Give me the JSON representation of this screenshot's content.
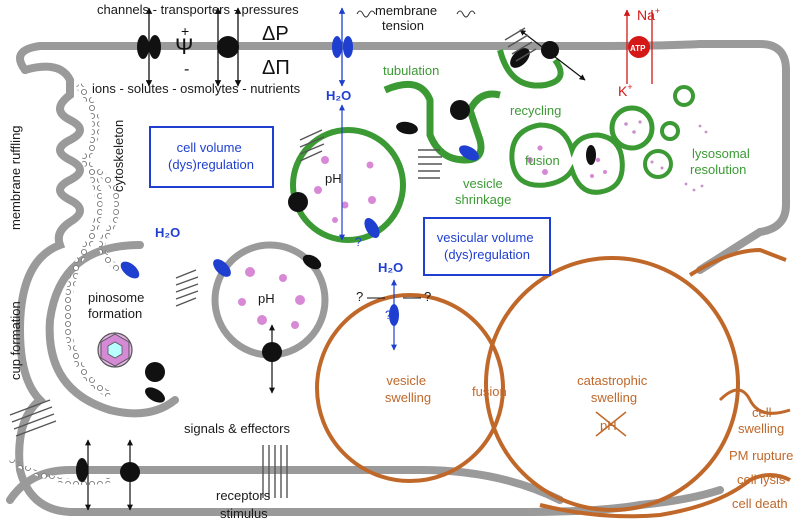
{
  "colors": {
    "membrane_gray": "#9a9a9a",
    "vesicle_green": "#3c9a35",
    "swelling_orange": "#c0682a",
    "water_blue": "#1f3fd0",
    "atp_red": "#d41818",
    "solute_pink": "#d889d6"
  },
  "top": {
    "title_line": "channels - transporters - pressures",
    "ions_line": "ions - solutes - osmolytes - nutrients",
    "psi": "Ψ",
    "plus": "+",
    "minus": "-",
    "delta_p": "ΔP",
    "delta_pi": "ΔΠ",
    "membrane_tension": "membrane\ntension",
    "atp": "ATP",
    "na": "Na",
    "k": "K",
    "ion_charge": "+"
  },
  "labels": {
    "cytoskeleton": "cytoskeleton",
    "membrane_ruffling": "membrane ruffling",
    "cup_formation": "cup formation",
    "pinosome": [
      "pinosome",
      "formation"
    ],
    "h2o": "H₂O",
    "ph": "pH",
    "question": "?",
    "signals": "signals & effectors",
    "receptors": "receptors",
    "stimulus": "stimulus"
  },
  "green_labels": {
    "tubulation": "tubulation",
    "recycling": "recycling",
    "fusion": "fusion",
    "vesicle_shrinkage": [
      "vesicle",
      "shrinkage"
    ],
    "lysosomal": [
      "lysosomal",
      "resolution"
    ]
  },
  "boxes": {
    "cell_volume": [
      "cell volume",
      "(dys)regulation"
    ],
    "vesicular_volume": [
      "vesicular volume",
      "(dys)regulation"
    ]
  },
  "orange_labels": {
    "vesicle_swelling": [
      "vesicle",
      "swelling"
    ],
    "fusion": "fusion",
    "catastrophic": [
      "catastrophic",
      "swelling"
    ],
    "ph_crossed": "pH",
    "outcomes": [
      "cell-",
      "swelling",
      "PM rupture",
      "cell lysis",
      "cell death"
    ]
  }
}
